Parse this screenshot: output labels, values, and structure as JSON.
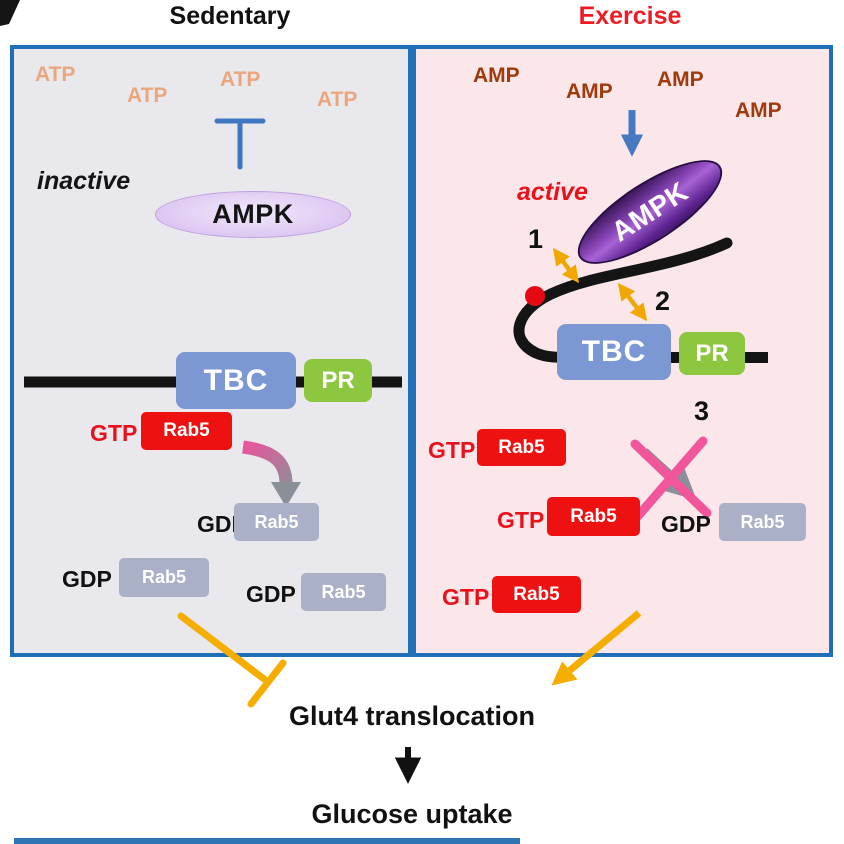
{
  "colors": {
    "panel_border_blue": "#1f6fb8",
    "sedentary_bg": "#e9e9ed",
    "exercise_bg": "#fbe6ea",
    "exercise_title_red": "#ed1c24",
    "atp_text": "#eba67e",
    "amp_text": "#9e3a0b",
    "gtp_red": "#e8121c",
    "rab5_gtp_box_red": "#ee1111",
    "rab5_gdp_box_gray": "#a9b0c7",
    "tbc_box_blue": "#7b98d4",
    "pr_box_green": "#8dc63f",
    "arrow_yellow": "#f5ae00",
    "arrow_blue": "#4579c2",
    "phospho_dot_red": "#e50914",
    "ampk_inactive_fill": "#ddc7f2",
    "ampk_active_fill": "#6a2b9e"
  },
  "left": {
    "title": "Sedentary",
    "atp": [
      "ATP",
      "ATP",
      "ATP",
      "ATP"
    ],
    "state": "inactive",
    "kinase": "AMPK",
    "tbc": "TBC",
    "pr": "PR",
    "gtp_rab5": {
      "gtp": "GTP",
      "rab5": "Rab5"
    },
    "gdp_rab5": [
      {
        "gdp": "GDP",
        "rab5": "Rab5"
      },
      {
        "gdp": "GDP",
        "rab5": "Rab5"
      },
      {
        "gdp": "GDP",
        "rab5": "Rab5"
      }
    ]
  },
  "right": {
    "title": "Exercise",
    "amp": [
      "AMP",
      "AMP",
      "AMP",
      "AMP"
    ],
    "state": "active",
    "kinase": "AMPK",
    "tbc": "TBC",
    "pr": "PR",
    "steps": [
      "1",
      "2",
      "3"
    ],
    "gtp_rab5": [
      {
        "gtp": "GTP",
        "rab5": "Rab5"
      },
      {
        "gtp": "GTP",
        "rab5": "Rab5"
      },
      {
        "gtp": "GTP",
        "rab5": "Rab5"
      }
    ],
    "gdp_rab5": {
      "gdp": "GDP",
      "rab5": "Rab5"
    }
  },
  "bottom": {
    "glut4": "Glut4 translocation",
    "glucose": "Glucose uptake"
  }
}
